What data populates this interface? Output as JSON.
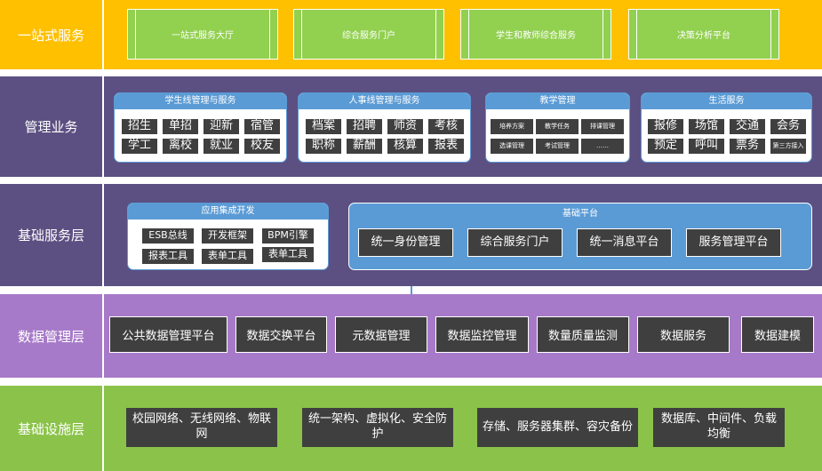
{
  "layers": [
    {
      "label": "一站式服务"
    },
    {
      "label": "管理业务"
    },
    {
      "label": "基础服务层"
    },
    {
      "label": "数据管理层"
    },
    {
      "label": "基础设施层"
    }
  ],
  "portals": [
    "一站式服务大厅",
    "综合服务门户",
    "学生和教师综合服务",
    "决策分析平台"
  ],
  "business_groups": [
    {
      "title": "学生线管理与服务",
      "items": [
        "招生",
        "单招",
        "迎新",
        "宿管",
        "学工",
        "离校",
        "就业",
        "校友"
      ]
    },
    {
      "title": "人事线管理与服务",
      "items": [
        "档案",
        "招聘",
        "师资",
        "考核",
        "职称",
        "薪酬",
        "核算",
        "报表"
      ]
    },
    {
      "title": "教学管理",
      "items": [
        "培养方案",
        "教学任务",
        "排课管理",
        "选课管理",
        "考试管理",
        "……"
      ]
    },
    {
      "title": "生活服务",
      "items": [
        "报修",
        "场馆",
        "交通",
        "会务",
        "预定",
        "呼叫",
        "票务",
        "第三方接入"
      ]
    }
  ],
  "app_integration": {
    "title": "应用集成开发",
    "items": [
      "ESB总线",
      "开发框架",
      "BPM引擎",
      "报表工具",
      "表单工具",
      "表单工具"
    ]
  },
  "base_platform": {
    "title": "基础平台",
    "items": [
      "统一身份管理",
      "综合服务门户",
      "统一消息平台",
      "服务管理平台"
    ]
  },
  "data_items": [
    "公共数据管理平台",
    "数据交换平台",
    "元数据管理",
    "数据监控管理",
    "数量质量监测",
    "数据服务",
    "数据建模"
  ],
  "infra_items": [
    "校园网络、无线网络、物联网",
    "统一架构、虚拟化、安全防护",
    "存储、服务器集群、容灾备份",
    "数据库、中间件、负载均衡"
  ]
}
